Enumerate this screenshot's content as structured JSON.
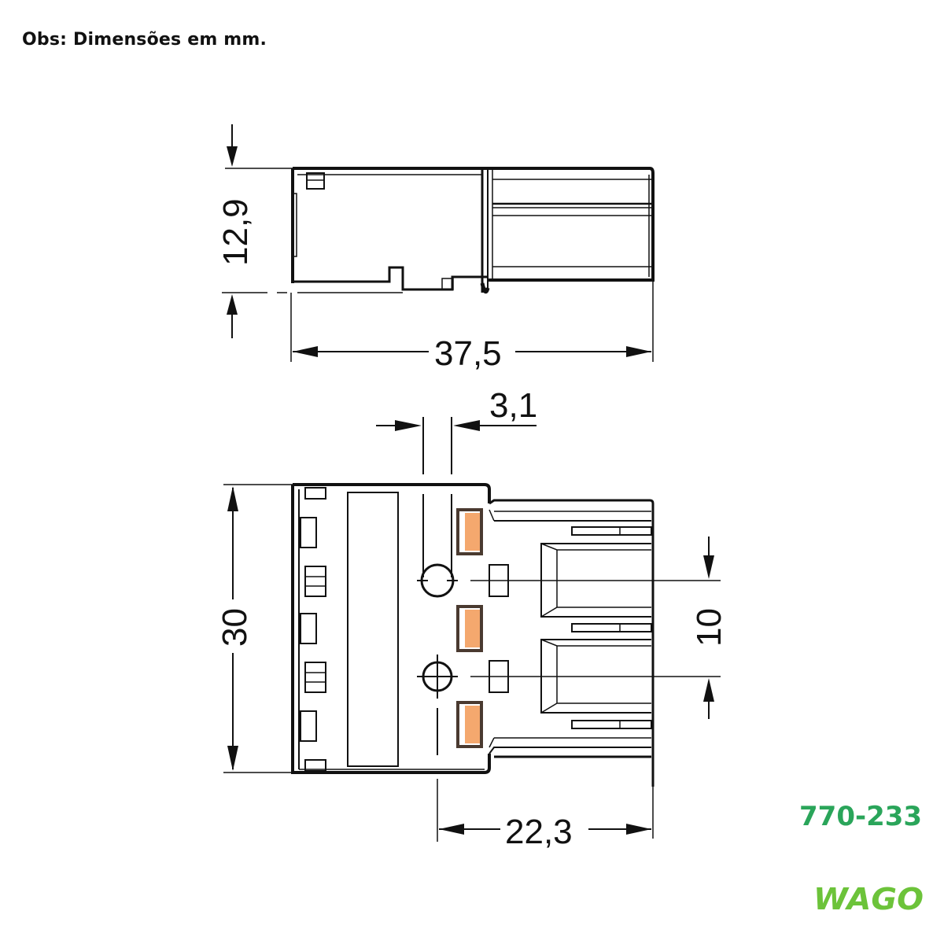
{
  "header": {
    "note": "Obs: Dimensões em mm."
  },
  "product": {
    "part_number": "770-233",
    "brand": "WAGO",
    "brand_color": "#6cc33a",
    "part_number_color": "#2aa55a"
  },
  "views": {
    "side_view": {
      "height_dim": "12,9",
      "length_dim": "37,5"
    },
    "top_view": {
      "pin_width_dim": "3,1",
      "overall_height_dim": "30",
      "pitch_dim": "10",
      "depth_dim": "22,3"
    }
  },
  "colors": {
    "line": "#111111",
    "contact_fill": "#f4a86e",
    "contact_border": "#4a3a30"
  }
}
